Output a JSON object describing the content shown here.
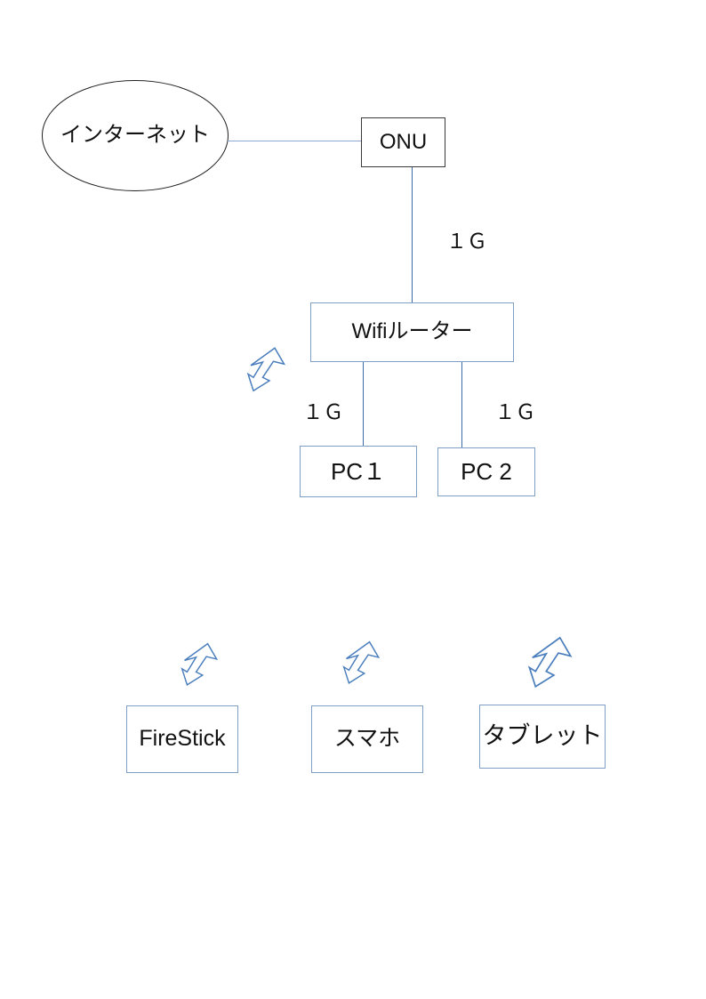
{
  "nodes": {
    "internet": {
      "label": "インターネット"
    },
    "onu": {
      "label": "ONU"
    },
    "router": {
      "label": "Wifiルーター"
    },
    "pc1": {
      "label": "PC１"
    },
    "pc2": {
      "label": "PC 2"
    },
    "firestick": {
      "label": "FireStick"
    },
    "smartphone": {
      "label": "スマホ"
    },
    "tablet": {
      "label": "タブレット"
    }
  },
  "links": {
    "onu_router_label": "１Ｇ",
    "router_pc1_label": "１Ｇ",
    "router_pc2_label": "１Ｇ"
  },
  "icons": {
    "wireless_signal": "lightning-arrow-icon"
  },
  "colors": {
    "background": "#ffffff",
    "text": "#111111",
    "ellipse_border": "#1f1f1f",
    "dark_box_border": "#3a3a3a",
    "blue_box_border": "#7f9fc6",
    "connector_horizontal": "#8fa8d0",
    "connector_vertical": "#3a6ca8",
    "bolt_stroke": "#4a7ebc"
  }
}
